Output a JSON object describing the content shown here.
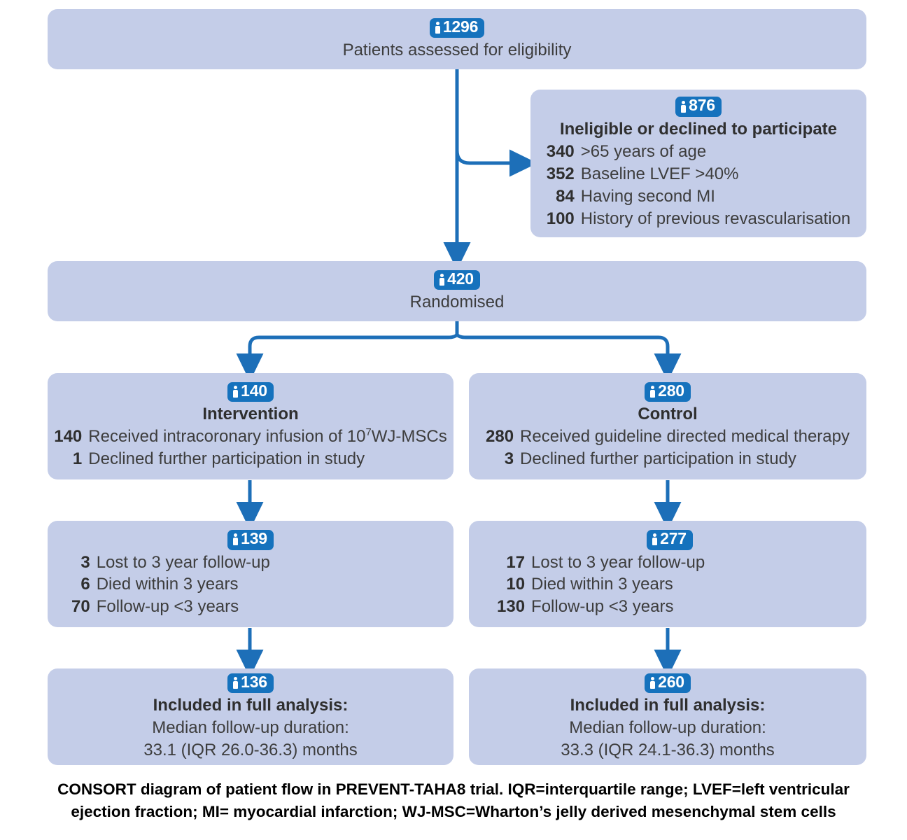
{
  "diagram": {
    "type": "CONSORT flow diagram",
    "badge_color": "#1572bd",
    "box_color": "#c4cde8",
    "connector_color": "#1d6fb8",
    "person_icon": "person-icon",
    "nodes": {
      "assessed": {
        "count": "1296",
        "label": "Patients assessed for eligibility"
      },
      "ineligible": {
        "count": "876",
        "title": "Ineligible or declined to participate",
        "items": [
          {
            "n": "340",
            "t": ">65 years of age"
          },
          {
            "n": "352",
            "t": "Baseline LVEF >40%"
          },
          {
            "n": "84",
            "t": "Having second MI"
          },
          {
            "n": "100",
            "t": "History of previous revascularisation"
          }
        ]
      },
      "randomised": {
        "count": "420",
        "label": "Randomised"
      },
      "intervention": {
        "count": "140",
        "title": "Intervention",
        "items": [
          {
            "n": "140",
            "t_pre": "Received intracoronary infusion of 10",
            "t_sup": "7",
            "t_post": "WJ-MSCs"
          },
          {
            "n": "1",
            "t": "Declined further participation in study"
          }
        ]
      },
      "control": {
        "count": "280",
        "title": "Control",
        "items": [
          {
            "n": "280",
            "t": "Received guideline directed medical therapy"
          },
          {
            "n": "3",
            "t": "Declined further participation in study"
          }
        ]
      },
      "followup_intervention": {
        "count": "139",
        "items": [
          {
            "n": "3",
            "t": "Lost to 3 year follow-up"
          },
          {
            "n": "6",
            "t": "Died within 3 years"
          },
          {
            "n": "70",
            "t": "Follow-up <3 years"
          }
        ]
      },
      "followup_control": {
        "count": "277",
        "items": [
          {
            "n": "17",
            "t": "Lost to 3 year follow-up"
          },
          {
            "n": "10",
            "t": "Died within 3 years"
          },
          {
            "n": "130",
            "t": "Follow-up <3 years"
          }
        ]
      },
      "final_intervention": {
        "count": "136",
        "title": "Included in full analysis:",
        "line1": "Median follow-up duration:",
        "line2": "33.1 (IQR 26.0-36.3) months"
      },
      "final_control": {
        "count": "260",
        "title": "Included in full analysis:",
        "line1": "Median follow-up duration:",
        "line2": "33.3 (IQR 24.1-36.3) months"
      }
    },
    "caption_line1": "CONSORT diagram of patient flow in PREVENT-TAHA8 trial. IQR=interquartile range; LVEF=left ventricular",
    "caption_line2": "ejection fraction; MI= myocardial infarction; WJ-MSC=Wharton’s jelly derived mesenchymal stem cells"
  }
}
